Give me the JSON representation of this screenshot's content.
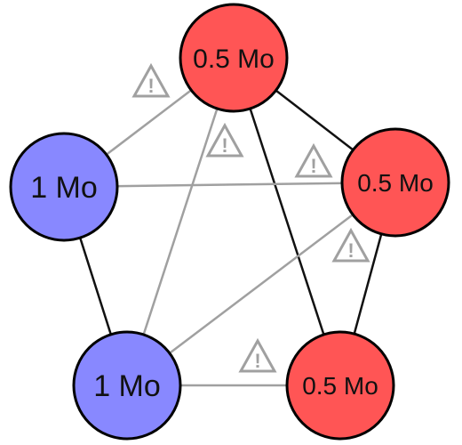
{
  "colors": {
    "red_node": "#ff5555",
    "blue_node": "#8888ff",
    "node_stroke": "#000000",
    "strong_edge": "#111111",
    "weak_edge": "#a0a0a0",
    "warning": "#a0a0a0"
  },
  "nodes": [
    {
      "id": "top",
      "label": "0.5 Mo",
      "kind": "red"
    },
    {
      "id": "right",
      "label": "0.5 Mo",
      "kind": "red"
    },
    {
      "id": "bottom-right",
      "label": "0.5 Mo",
      "kind": "red"
    },
    {
      "id": "bottom-left",
      "label": "1 Mo",
      "kind": "blue"
    },
    {
      "id": "left",
      "label": "1 Mo",
      "kind": "blue"
    }
  ],
  "edges": [
    {
      "from": "top",
      "to": "right",
      "style": "strong"
    },
    {
      "from": "top",
      "to": "bottom-right",
      "style": "strong"
    },
    {
      "from": "right",
      "to": "bottom-right",
      "style": "strong"
    },
    {
      "from": "left",
      "to": "bottom-left",
      "style": "strong"
    },
    {
      "from": "top",
      "to": "left",
      "style": "weak",
      "warning": true
    },
    {
      "from": "top",
      "to": "bottom-left",
      "style": "weak",
      "warning": true
    },
    {
      "from": "left",
      "to": "right",
      "style": "weak",
      "warning": true
    },
    {
      "from": "right",
      "to": "bottom-left",
      "style": "weak",
      "warning": true
    },
    {
      "from": "bottom-left",
      "to": "bottom-right",
      "style": "weak",
      "warning": true
    }
  ],
  "warning_icon": {
    "name": "warning-triangle-icon",
    "glyph": "!"
  }
}
